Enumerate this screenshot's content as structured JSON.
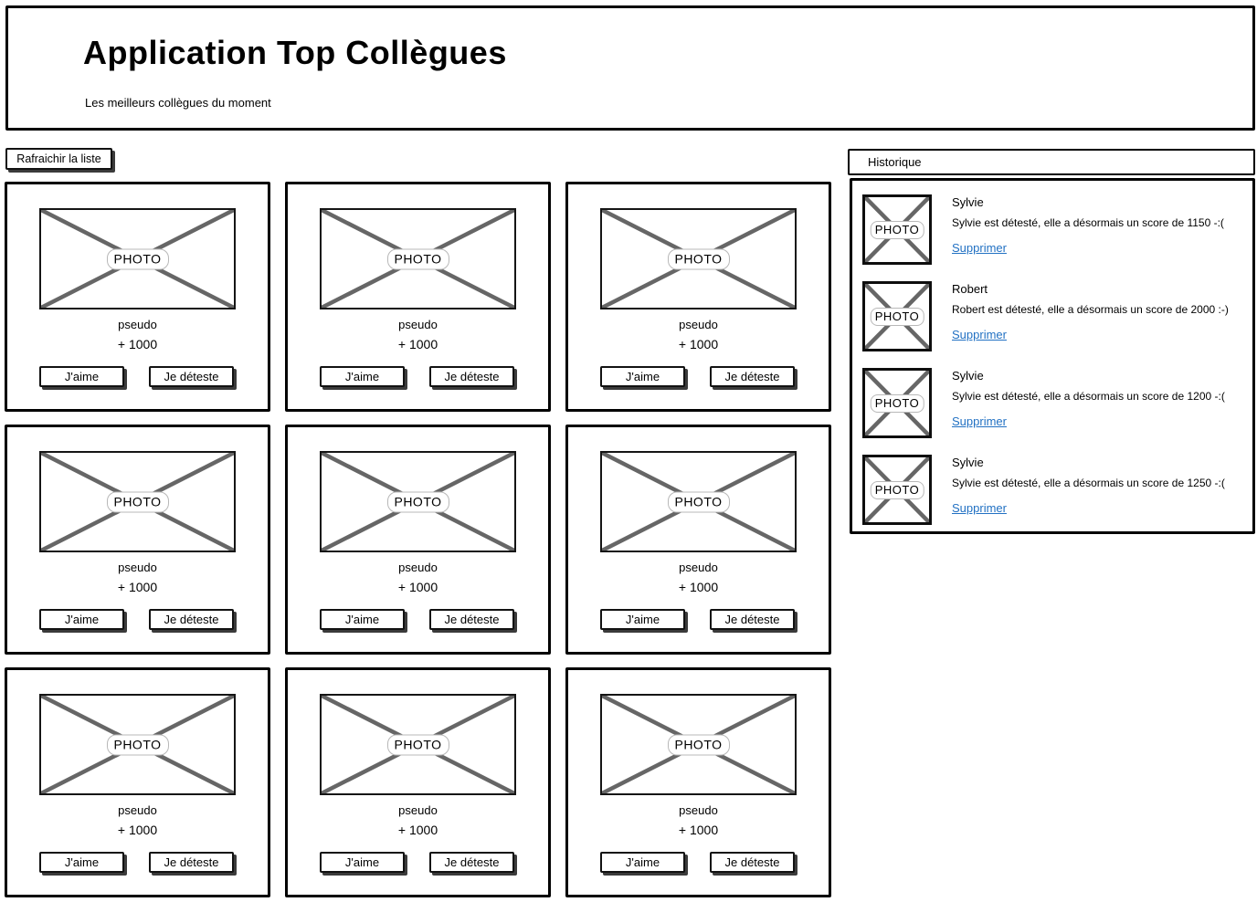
{
  "header": {
    "title": "Application Top Collègues",
    "subtitle": "Les meilleurs collègues du moment"
  },
  "toolbar": {
    "refresh_label": "Rafraichir la liste"
  },
  "cards": [
    {
      "photo_label": "PHOTO",
      "pseudo": "pseudo",
      "score": "+ 1000",
      "like_label": "J'aime",
      "dislike_label": "Je déteste"
    },
    {
      "photo_label": "PHOTO",
      "pseudo": "pseudo",
      "score": "+ 1000",
      "like_label": "J'aime",
      "dislike_label": "Je déteste"
    },
    {
      "photo_label": "PHOTO",
      "pseudo": "pseudo",
      "score": "+ 1000",
      "like_label": "J'aime",
      "dislike_label": "Je déteste"
    },
    {
      "photo_label": "PHOTO",
      "pseudo": "pseudo",
      "score": "+ 1000",
      "like_label": "J'aime",
      "dislike_label": "Je déteste"
    },
    {
      "photo_label": "PHOTO",
      "pseudo": "pseudo",
      "score": "+ 1000",
      "like_label": "J'aime",
      "dislike_label": "Je déteste"
    },
    {
      "photo_label": "PHOTO",
      "pseudo": "pseudo",
      "score": "+ 1000",
      "like_label": "J'aime",
      "dislike_label": "Je déteste"
    },
    {
      "photo_label": "PHOTO",
      "pseudo": "pseudo",
      "score": "+ 1000",
      "like_label": "J'aime",
      "dislike_label": "Je déteste"
    },
    {
      "photo_label": "PHOTO",
      "pseudo": "pseudo",
      "score": "+ 1000",
      "like_label": "J'aime",
      "dislike_label": "Je déteste"
    },
    {
      "photo_label": "PHOTO",
      "pseudo": "pseudo",
      "score": "+ 1000",
      "like_label": "J'aime",
      "dislike_label": "Je déteste"
    }
  ],
  "history": {
    "title": "Historique",
    "entries": [
      {
        "photo_label": "PHOTO",
        "name": "Sylvie",
        "message": "Sylvie est détesté, elle a désormais un score de 1150 -:(",
        "delete_label": "Supprimer"
      },
      {
        "photo_label": "PHOTO",
        "name": "Robert",
        "message": "Robert est détesté, elle a désormais un score de 2000 :-)",
        "delete_label": "Supprimer"
      },
      {
        "photo_label": "PHOTO",
        "name": "Sylvie",
        "message": "Sylvie est détesté, elle a désormais un score de 1200 -:(",
        "delete_label": "Supprimer"
      },
      {
        "photo_label": "PHOTO",
        "name": "Sylvie",
        "message": "Sylvie est détesté, elle a désormais un score de 1250 -:(",
        "delete_label": "Supprimer"
      }
    ]
  },
  "colors": {
    "border_black": "#000000",
    "placeholder_line_gray": "#666666",
    "link_blue": "#2271c3",
    "button_shadow": "#3b3b3b"
  }
}
